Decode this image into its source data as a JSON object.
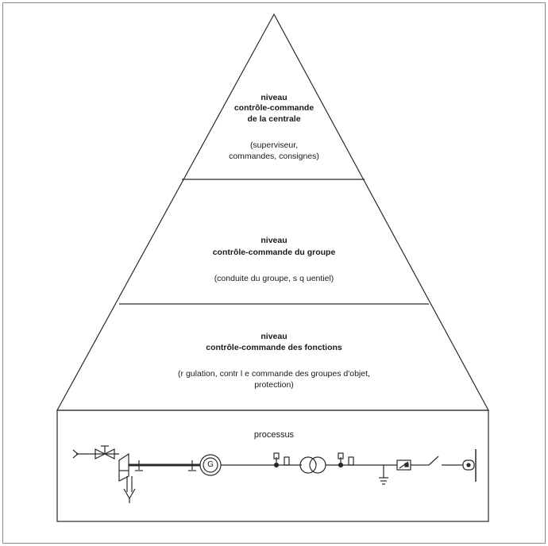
{
  "diagram": {
    "top_level": {
      "heading": "niveau",
      "title_line1": "contrôle-commande",
      "title_line2": "de la centrale",
      "detail_line1": "(superviseur,",
      "detail_line2": "commandes, consignes)"
    },
    "middle_level": {
      "heading": "niveau",
      "title": "contrôle-commande du groupe",
      "detail": "(conduite du groupe, s q uentiel)"
    },
    "bottom_level": {
      "heading": "niveau",
      "title": "contrôle-commande des fonctions",
      "detail_line1": "(r  gulation, contr l e commande des groupes d'objet,",
      "detail_line2": "protection)"
    },
    "process": {
      "label": "processus",
      "generator_symbol": "G"
    }
  },
  "colors": {
    "line": "#2a2a2a",
    "frame": "#8a8a8a",
    "background": "#ffffff"
  }
}
